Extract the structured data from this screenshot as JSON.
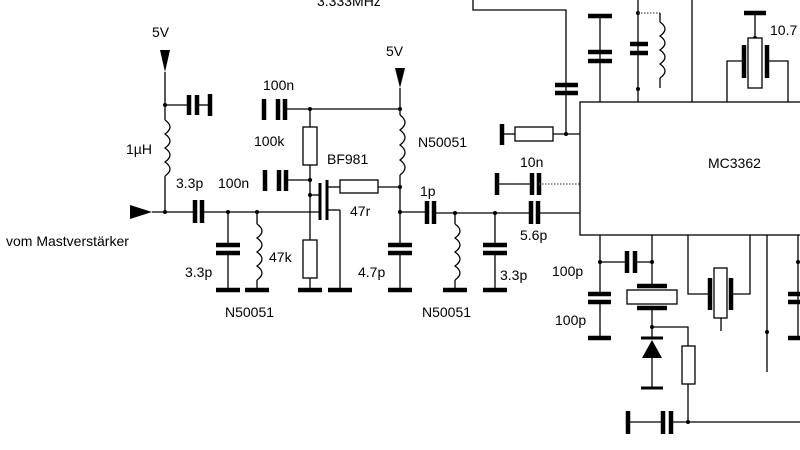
{
  "schematic": {
    "top_label": "3.333MHz",
    "supply_left": "5V",
    "supply_right": "5V",
    "input_label": "vom Mastverstärker",
    "l_1uH": "1µH",
    "c_in_series": "3.3p",
    "c_gate": "100n",
    "c_top": "100n",
    "r_100k": "100k",
    "transistor": "BF981",
    "r_47r": "47r",
    "c_shunt_in": "3.3p",
    "r_47k": "47k",
    "l_in": "N50051",
    "l_drain": "N50051",
    "c_4p7": "4.7p",
    "c_1p": "1p",
    "c_10n": "10n",
    "c_5p6": "5.6p",
    "c_shunt_out": "3.3p",
    "l_out": "N50051",
    "ic": "MC3362",
    "crystal_top": "10.7",
    "c_100p_a": "100p",
    "c_100p_b": "100p"
  },
  "colors": {
    "line": "#000000",
    "background": "#ffffff"
  }
}
